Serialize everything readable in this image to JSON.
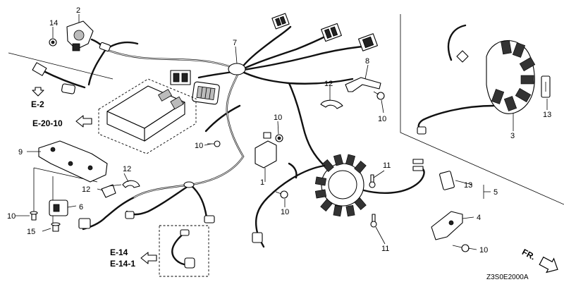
{
  "callouts": {
    "c1": "1",
    "c2": "2",
    "c3": "3",
    "c4": "4",
    "c5": "5",
    "c6": "6",
    "c7": "7",
    "c8": "8",
    "c9": "9",
    "c10a": "10",
    "c10b": "10",
    "c10c": "10",
    "c10d": "10",
    "c10e": "10",
    "c10f": "10",
    "c11a": "11",
    "c11b": "11",
    "c12a": "12",
    "c12b": "12",
    "c12c": "12",
    "c13a": "13",
    "c13b": "13",
    "c14": "14",
    "c15": "15"
  },
  "refs": {
    "e2": "E-2",
    "e2010": "E-20-10",
    "e14": "E-14",
    "e141": "E-14-1"
  },
  "direction_label": "FR.",
  "drawing_code": "Z3S0E2000A"
}
